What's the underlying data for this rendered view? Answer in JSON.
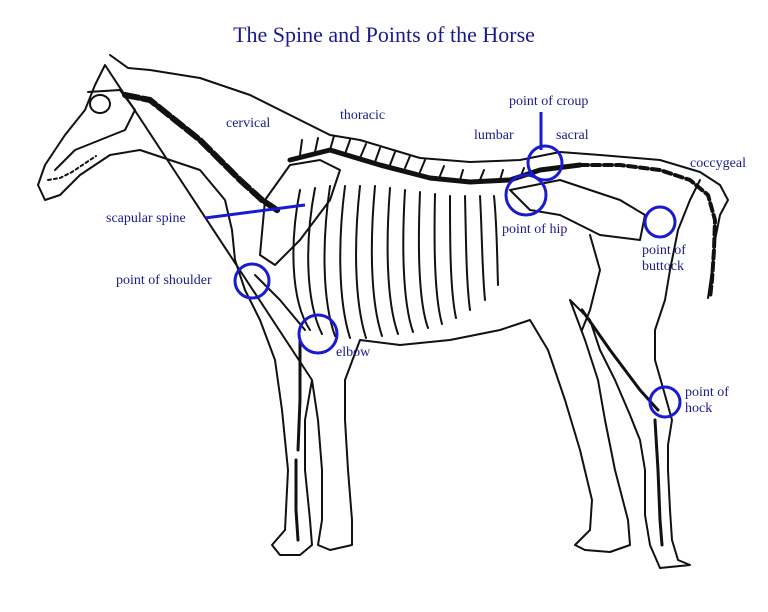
{
  "title": "The Spine and Points of the Horse",
  "labels": {
    "cervical": "cervical",
    "thoracic": "thoracic",
    "lumbar": "lumbar",
    "sacral": "sacral",
    "coccygeal": "coccygeal",
    "point_of_croup": "point of croup",
    "scapular_spine": "scapular spine",
    "point_of_hip": "point of hip",
    "point_of_shoulder": "point of shoulder",
    "elbow": "elbow",
    "point_of_buttock_1": "point of",
    "point_of_buttock_2": "buttock",
    "point_of_hock_1": "point of",
    "point_of_hock_2": "hock"
  },
  "colors": {
    "accent": "#1a1ad0",
    "text": "#1a1a8c",
    "outline": "#111111"
  }
}
